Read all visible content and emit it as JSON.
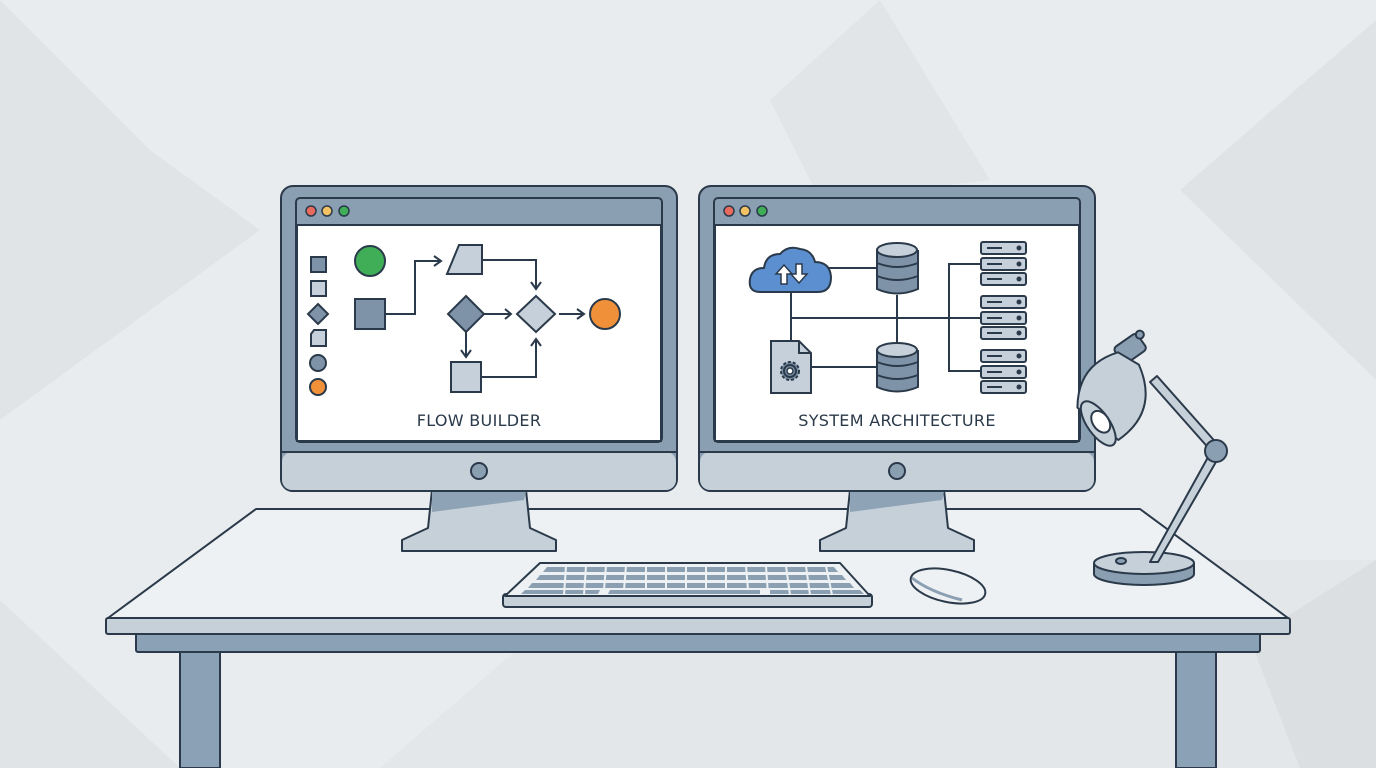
{
  "scene": {
    "description": "Two desktop monitors on a desk with keyboard, mouse and desk lamp",
    "colors": {
      "background": "#e9ecee",
      "background_shape": "#dfe3e6",
      "outline": "#2b3a4a",
      "monitor_frame": "#c6d0d9",
      "bezel": "#8b9fb3",
      "screen": "#ffffff",
      "shape_dark": "#7f93a8",
      "shape_light": "#c5d0da",
      "green": "#3fae57",
      "orange": "#f0913a",
      "red_dot": "#e86a5c",
      "yellow_dot": "#f2c265",
      "cloud_blue": "#5b8fd0",
      "desk_top": "#eef1f3",
      "desk_edge": "#c6d0d9",
      "desk_apron": "#8aa1b6"
    }
  },
  "monitors": [
    {
      "id": "left",
      "title": "FLOW BUILDER",
      "window_controls": [
        "close",
        "minimize",
        "maximize"
      ],
      "palette": [
        "square-dark",
        "square-light",
        "diamond",
        "manual-input",
        "circle-gray",
        "circle-orange"
      ],
      "nodes": [
        "start-circle",
        "process-square",
        "data-parallelogram",
        "decision-diamond",
        "merge-diamond",
        "subprocess-square",
        "end-circle"
      ]
    },
    {
      "id": "right",
      "title": "SYSTEM ARCHITECTURE",
      "window_controls": [
        "close",
        "minimize",
        "maximize"
      ],
      "nodes": [
        "cloud-sync",
        "database-top",
        "database-bottom",
        "config-file",
        "server-rack-1",
        "server-rack-2",
        "server-rack-3"
      ]
    }
  ],
  "peripherals": {
    "keyboard": "keyboard",
    "mouse": "mouse",
    "lamp": "desk-lamp"
  }
}
